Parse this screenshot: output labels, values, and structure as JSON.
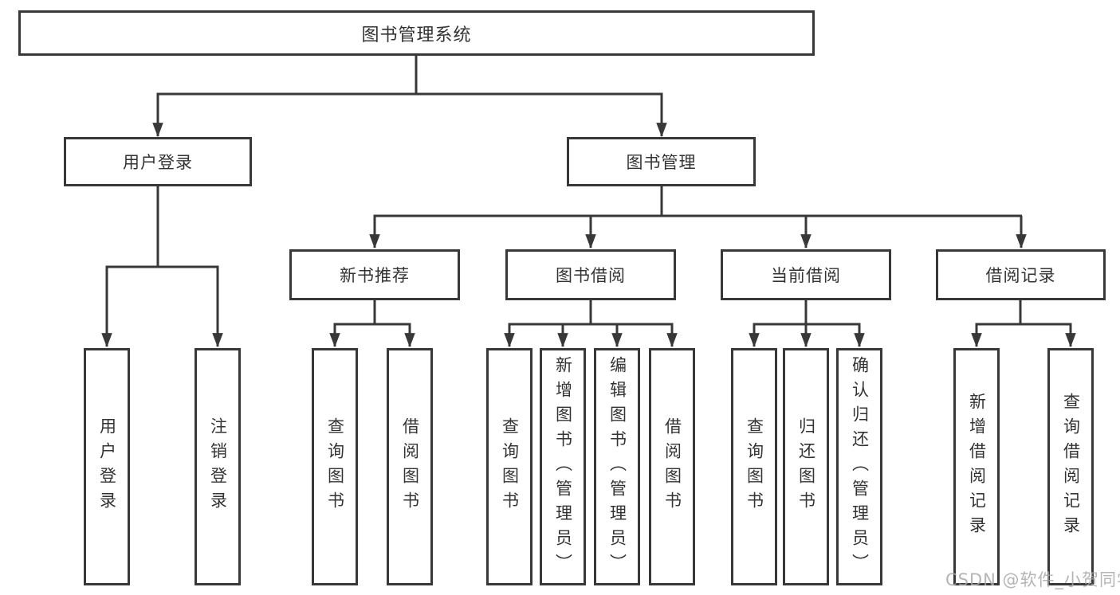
{
  "colors": {
    "line": "#383838",
    "box_border": "#383838",
    "box_background": "#ffffff",
    "text": "#333333",
    "watermark": "#a8a8a8",
    "background": "#ffffff"
  },
  "watermark": {
    "text": "CSDN @软件_小贺同学"
  },
  "tree": {
    "label": "图书管理系统",
    "children": [
      {
        "label": "用户登录",
        "children": [
          {
            "label": "用户登录"
          },
          {
            "label": "注销登录"
          }
        ]
      },
      {
        "label": "图书管理",
        "children": [
          {
            "label": "新书推荐",
            "children": [
              {
                "label": "查询图书"
              },
              {
                "label": "借阅图书"
              }
            ]
          },
          {
            "label": "图书借阅",
            "children": [
              {
                "label": "查询图书"
              },
              {
                "label": "新增图书（管理员）"
              },
              {
                "label": "编辑图书（管理员）"
              },
              {
                "label": "借阅图书"
              }
            ]
          },
          {
            "label": "当前借阅",
            "children": [
              {
                "label": "查询图书"
              },
              {
                "label": "归还图书"
              },
              {
                "label": "确认归还（管理员）"
              }
            ]
          },
          {
            "label": "借阅记录",
            "children": [
              {
                "label": "新增借阅记录"
              },
              {
                "label": "查询借阅记录"
              }
            ]
          }
        ]
      }
    ]
  }
}
